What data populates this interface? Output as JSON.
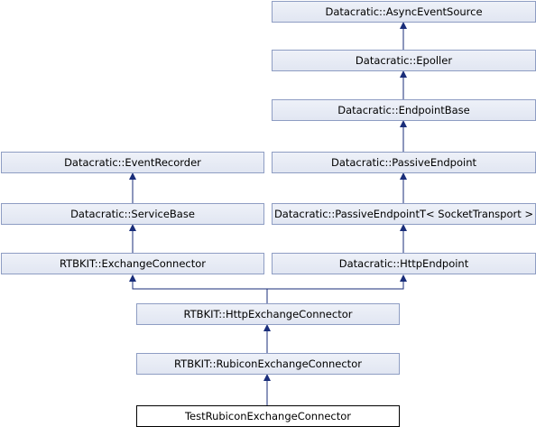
{
  "nodes": {
    "async_event_source": "Datacratic::AsyncEventSource",
    "epoller": "Datacratic::Epoller",
    "endpoint_base": "Datacratic::EndpointBase",
    "event_recorder": "Datacratic::EventRecorder",
    "passive_endpoint": "Datacratic::PassiveEndpoint",
    "service_base": "Datacratic::ServiceBase",
    "passive_endpoint_t": "Datacratic::PassiveEndpointT< SocketTransport >",
    "exchange_connector": "RTBKIT::ExchangeConnector",
    "http_endpoint": "Datacratic::HttpEndpoint",
    "http_exchange_connector": "RTBKIT::HttpExchangeConnector",
    "rubicon_exchange_connector": "RTBKIT::RubiconExchangeConnector",
    "test_rubicon_exchange_connector": "TestRubiconExchangeConnector"
  },
  "colors": {
    "edge": "#1a2e7a",
    "node_border": "#8e9dc3"
  }
}
